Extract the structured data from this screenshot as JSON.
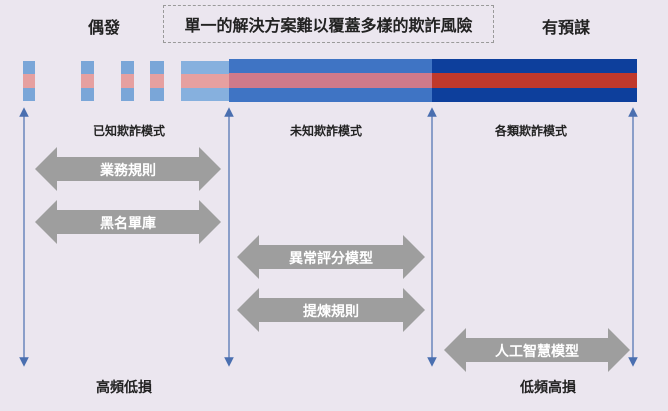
{
  "header": {
    "left_label": "偶發",
    "title": "單一的解決方案難以覆蓋多樣的欺詐風險",
    "right_label": "有預謀"
  },
  "categories": {
    "known": "已知欺詐模式",
    "unknown": "未知欺詐模式",
    "various": "各類欺詐模式"
  },
  "arrows": {
    "business_rules": "業務規則",
    "blacklist": "黑名單庫",
    "anomaly_model": "異常評分模型",
    "refined_rules": "提煉規則",
    "ai_model": "人工智慧模型"
  },
  "footer": {
    "left": "高頻低損",
    "right": "低頻高損"
  },
  "colors": {
    "background": "#ebe6ef",
    "bar_light_blue": "#7aa6d8",
    "bar_light_red": "#e6a0a0",
    "bar_mid_blue": "#3f74c4",
    "bar_mid_red": "#d07a8a",
    "bar_dark_blue": "#0d3f9c",
    "bar_dark_red": "#c0392b",
    "arrow_gray": "#9e9e9e",
    "guide_line": "#4a6fb0"
  }
}
